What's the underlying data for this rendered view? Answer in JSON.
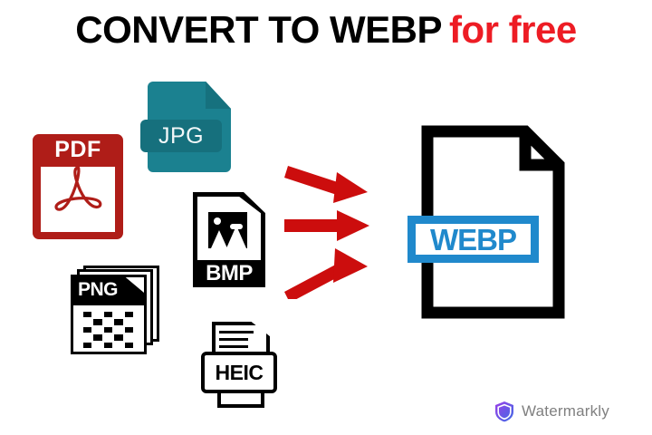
{
  "title": {
    "main": "CONVERT TO WEBP",
    "accent": "for free",
    "accent_color": "#ED1C24",
    "main_color": "#000000"
  },
  "source_formats": [
    {
      "id": "pdf",
      "label": "PDF",
      "icon_name": "pdf-file-icon",
      "color": "#AF1D18",
      "text_color": "#FFFFFF"
    },
    {
      "id": "jpg",
      "label": "JPG",
      "icon_name": "jpg-file-icon",
      "color": "#1B8190",
      "accent_color": "#16707D",
      "text_color": "#F2F7F8"
    },
    {
      "id": "bmp",
      "label": "BMP",
      "icon_name": "bmp-file-icon",
      "color": "#000000",
      "text_color": "#FFFFFF"
    },
    {
      "id": "png",
      "label": "PNG",
      "icon_name": "png-file-icon",
      "color": "#000000",
      "text_color": "#FFFFFF"
    },
    {
      "id": "heic",
      "label": "HEIC",
      "icon_name": "heic-file-icon",
      "color": "#000000",
      "text_color": "#000000"
    }
  ],
  "arrows": {
    "count": 3,
    "color": "#CC0D0D",
    "direction": "left-to-right",
    "icon_name": "red-arrow-icon"
  },
  "target_format": {
    "label": "WEBP",
    "icon_name": "webp-file-icon",
    "badge_color": "#2089CC",
    "outline_color": "#000000"
  },
  "brand": {
    "name": "Watermarkly",
    "icon_name": "shield-logo-icon",
    "text_color": "#808080",
    "shield_color_start": "#8B3FE8",
    "shield_color_end": "#3D6BE5"
  },
  "background_color": "#FFFFFF"
}
